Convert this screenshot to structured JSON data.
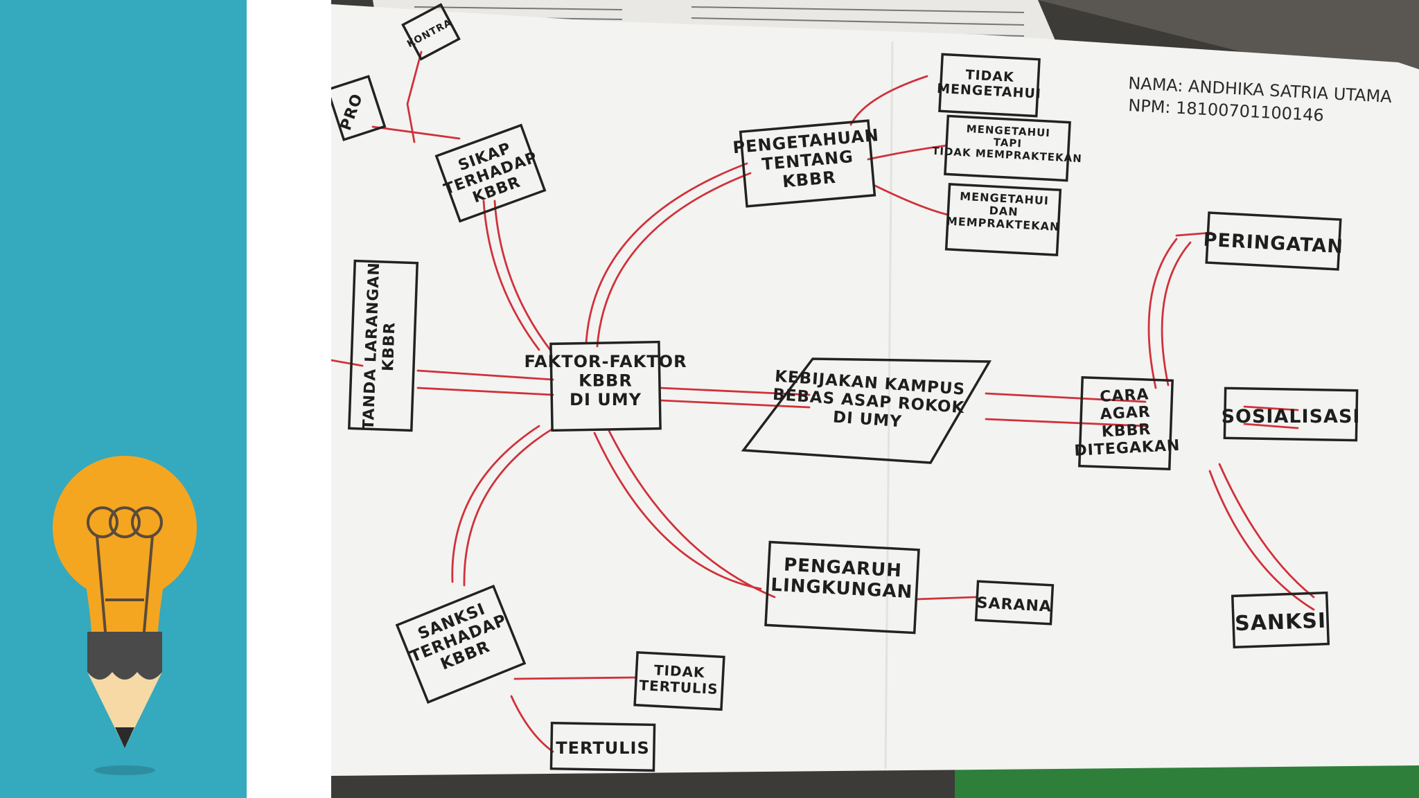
{
  "author": {
    "name_line": "NAMA: ANDHIKA SATRIA UTAMA",
    "id_line": "NPM: 18100701100146"
  },
  "nodes": {
    "center": "KEBIJAKAN KAMPUS|BEBAS ASAP ROKOK|DI UMY",
    "faktor": "FAKTOR-FAKTOR|KBBR|DI UMY",
    "cara": "CARA|AGAR|KBBR|DITEGAKAN",
    "sikap": "SIKAP|TERHADAP|KBBR",
    "kontra": "KONTRA",
    "pro": "PRO",
    "tanda": "TANDA LARANGAN|KBBR",
    "pengetahuan": "PENGETAHUAN|TENTANG|KBBR",
    "tidak_mengetahui": "TIDAK|MENGETAHUI",
    "mengetahui_tapi": "MENGETAHUI|TAPI|TIDAK MEMPRAKTEKAN",
    "mengetahui_dan": "MENGETAHUI|DAN|MEMPRAKTEKAN",
    "pengaruh": "PENGARUH|LINGKUNGAN",
    "sarana": "SARANA",
    "sanksi_terhadap": "SANKSI|TERHADAP|KBBR",
    "tidak_tertulis": "TIDAK|TERTULIS",
    "tertulis": "TERTULIS",
    "peringatan": "PERINGATAN",
    "sosialisasi": "SOSIALISASI",
    "sanksi": "SANKSI"
  },
  "colors": {
    "sidebar": "#35a9bd",
    "bulb": "#f4a621",
    "link": "#d0313a",
    "ink": "#1e1e1e",
    "paper": "#f3f3f1"
  },
  "icons": {
    "sidebar_icon": "lightbulb-pencil-icon"
  }
}
